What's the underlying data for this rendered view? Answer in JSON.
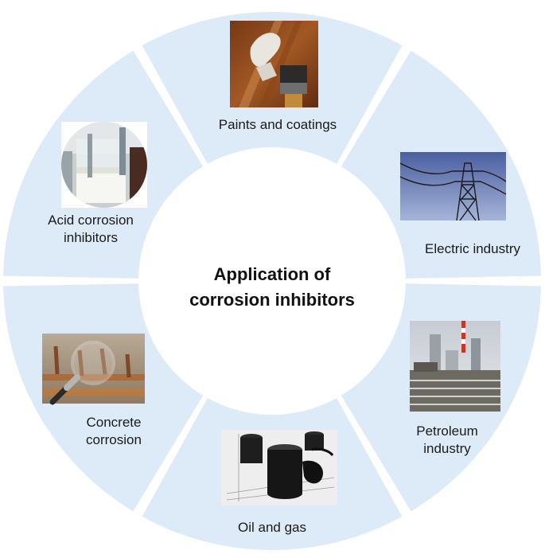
{
  "title": [
    "Application of",
    "corrosion inhibitors"
  ],
  "colors": {
    "segment_fill": "#ddebf8",
    "gap": "#ffffff",
    "center_fill": "#ffffff",
    "text": "#1a1a1a"
  },
  "segments": [
    {
      "label": [
        "Paints and coatings"
      ],
      "image": "paint-brush-wood-photo"
    },
    {
      "label": [
        "Electric industry"
      ],
      "image": "power-transmission-tower-photo"
    },
    {
      "label": [
        "Petroleum",
        "industry"
      ],
      "image": "refinery-plant-photo"
    },
    {
      "label": [
        "Oil and gas"
      ],
      "image": "oil-barrels-dollar-photo"
    },
    {
      "label": [
        "Concrete",
        "corrosion"
      ],
      "image": "magnifier-rusted-rebar-photo"
    },
    {
      "label": [
        "Acid corrosion",
        "inhibitors"
      ],
      "image": "acid-beaker-lab-photo"
    }
  ]
}
